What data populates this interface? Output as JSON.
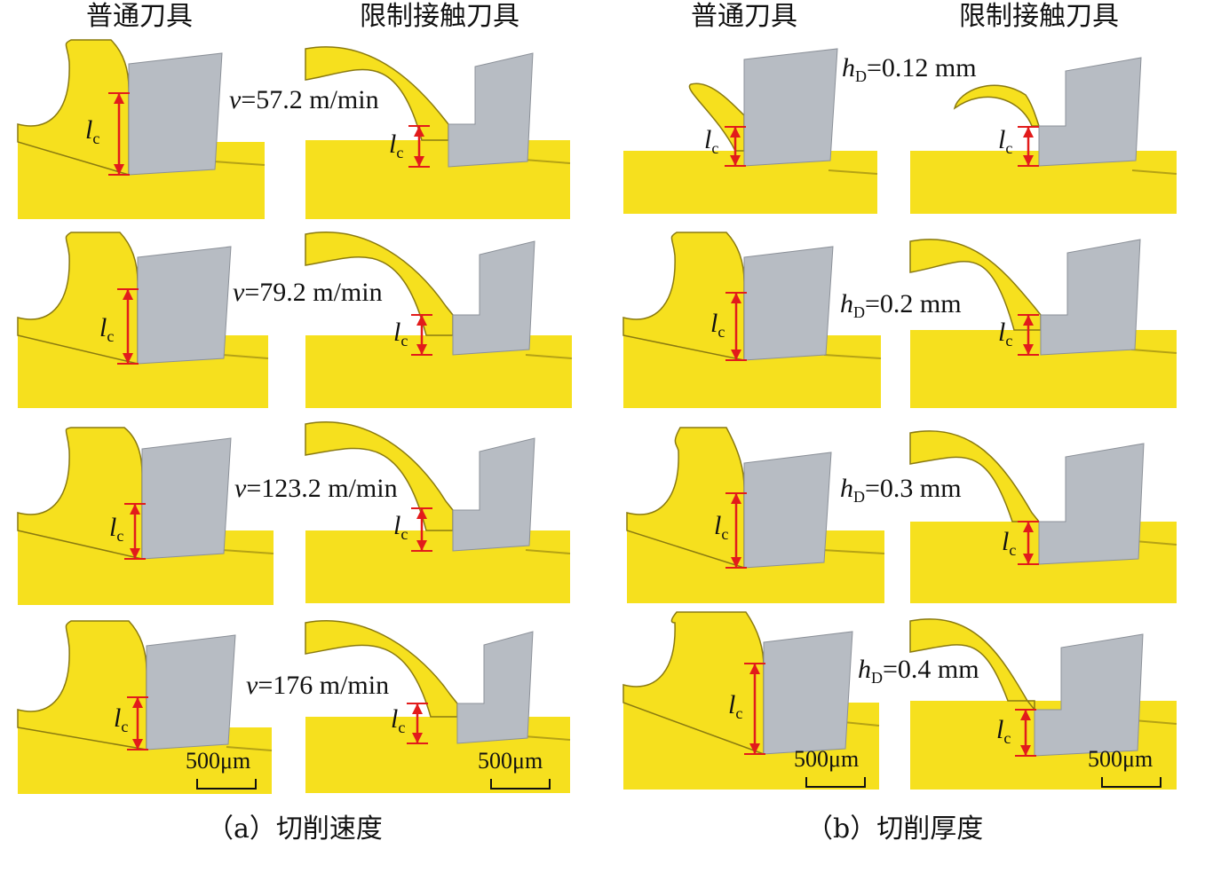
{
  "headers": {
    "a_normal": "普通刀具",
    "a_restricted": "限制接触刀具",
    "b_normal": "普通刀具",
    "b_restricted": "限制接触刀具"
  },
  "params_a": [
    {
      "sym": "v",
      "value": "=57.2 m/min"
    },
    {
      "sym": "v",
      "value": "=79.2 m/min"
    },
    {
      "sym": "v",
      "value": "=123.2 m/min"
    },
    {
      "sym": "v",
      "value": "=176 m/min"
    }
  ],
  "params_b": [
    {
      "sym": "h",
      "sub": "D",
      "value": "=0.12 mm"
    },
    {
      "sym": "h",
      "sub": "D",
      "value": "=0.2 mm"
    },
    {
      "sym": "h",
      "sub": "D",
      "value": "=0.3 mm"
    },
    {
      "sym": "h",
      "sub": "D",
      "value": "=0.4 mm"
    }
  ],
  "lc": {
    "sym": "l",
    "sub": "c"
  },
  "scale_label": "500μm",
  "captions": {
    "a": "（a）切削速度",
    "b": "（b）切削厚度"
  },
  "colors": {
    "chip": "#f6e01e",
    "chip_edge": "#8a7a10",
    "tool": "#b7bcc3",
    "tool_edge": "#8b9098",
    "arrow": "#e21b1b"
  }
}
